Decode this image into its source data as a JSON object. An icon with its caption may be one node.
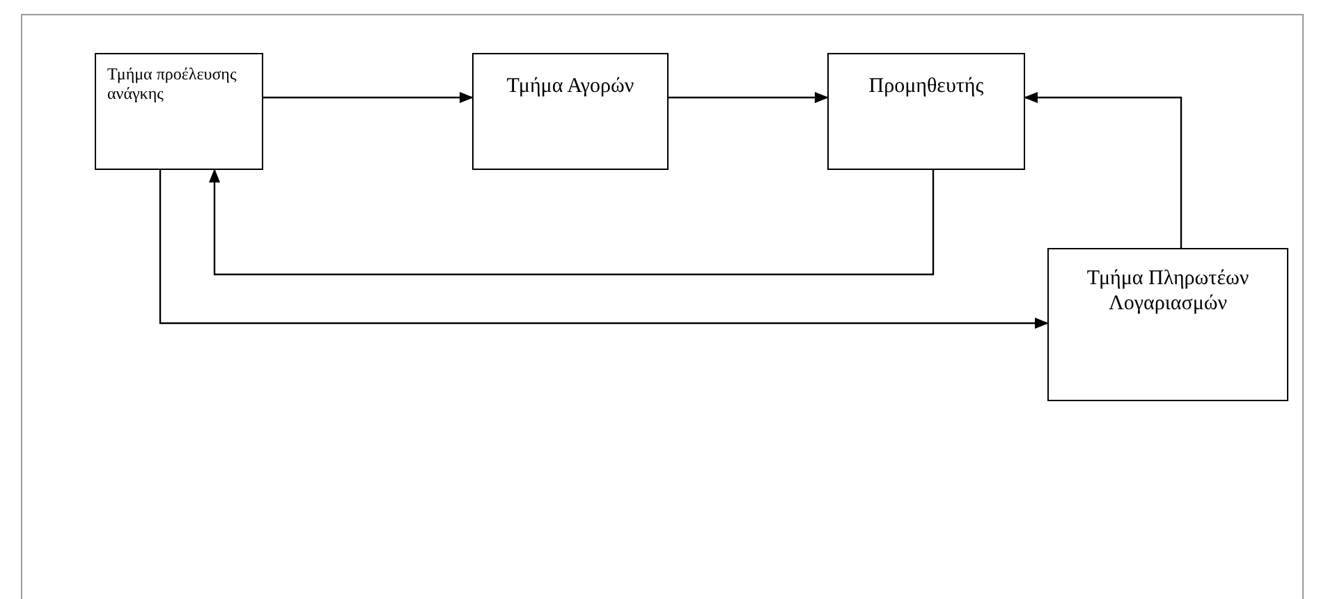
{
  "diagram": {
    "nodes": [
      {
        "text": [
          "Τμήμα προέλευσης ανάγκης"
        ]
      },
      {
        "text": [
          "Τμήμα Αγορών"
        ]
      },
      {
        "text": [
          "Προμηθευτής"
        ]
      },
      {
        "text": [
          "Τμήμα Πληρωτέων Λογαριασμών"
        ]
      }
    ],
    "edges": [
      {
        "from": 0,
        "to": 1,
        "arrow": "to"
      },
      {
        "from": 1,
        "to": 2,
        "arrow": "to"
      },
      {
        "from": 3,
        "to": 2,
        "arrow": "to"
      },
      {
        "from": 2,
        "to": 0,
        "arrow": "to"
      },
      {
        "from": 0,
        "to": 3,
        "arrow": "to"
      }
    ]
  }
}
